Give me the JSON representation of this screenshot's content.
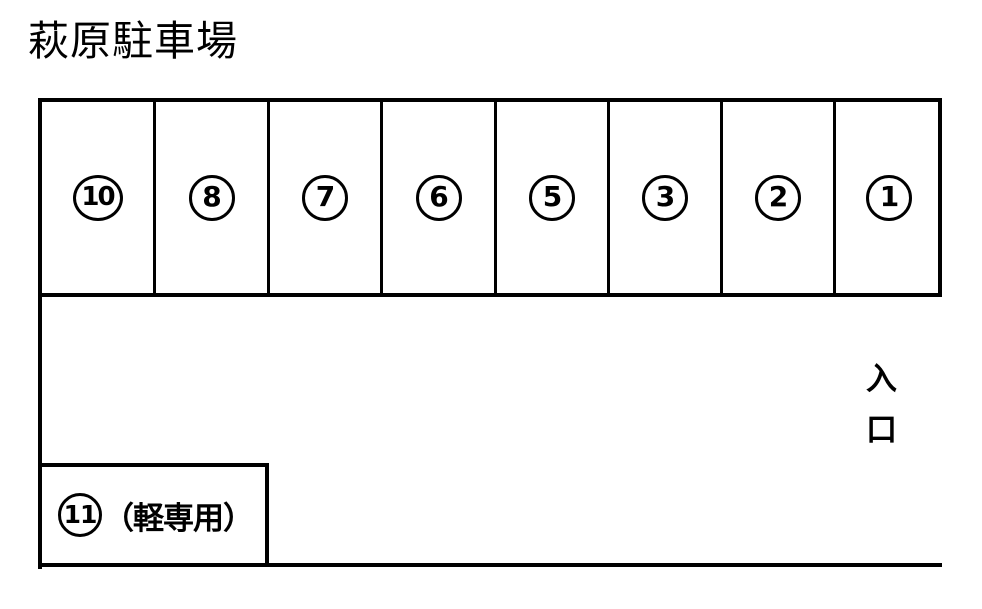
{
  "title": "萩原駐車場",
  "diagram": {
    "type": "parking-lot-map",
    "stall_row": {
      "stalls": [
        {
          "number": "10",
          "label": "⑩"
        },
        {
          "number": "8",
          "label": "⑧"
        },
        {
          "number": "7",
          "label": "⑦"
        },
        {
          "number": "6",
          "label": "⑥"
        },
        {
          "number": "5",
          "label": "⑤"
        },
        {
          "number": "3",
          "label": "③"
        },
        {
          "number": "2",
          "label": "②"
        },
        {
          "number": "1",
          "label": "①"
        }
      ]
    },
    "kei_stall": {
      "number": "11",
      "note": "（軽専用）"
    },
    "entrance": {
      "label": "入口"
    }
  },
  "colors": {
    "line": "#000000",
    "background": "#ffffff",
    "text": "#000000"
  }
}
